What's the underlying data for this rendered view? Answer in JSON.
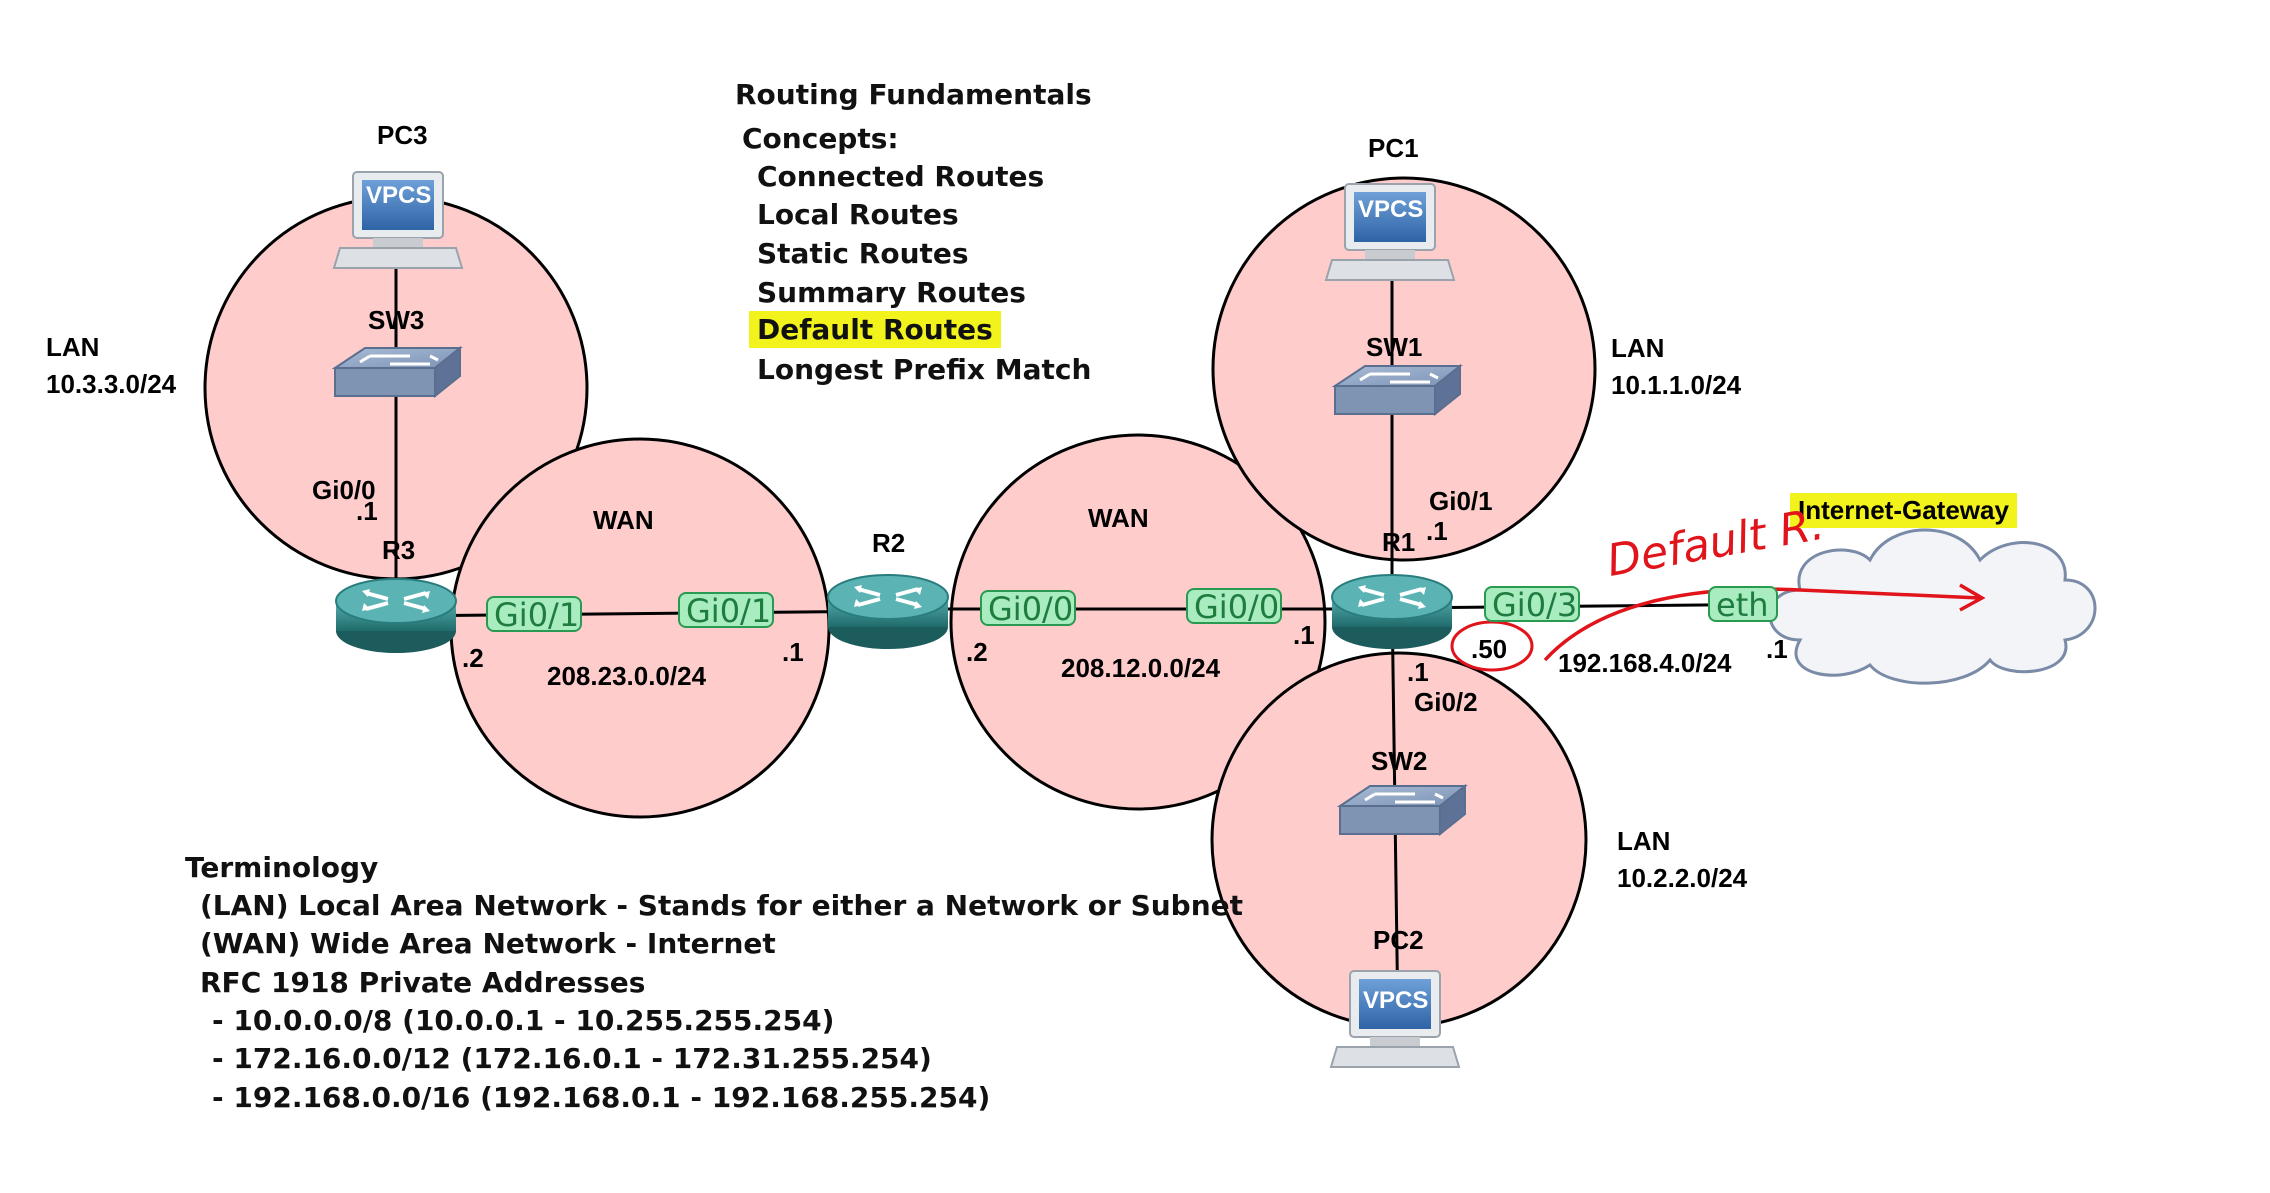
{
  "concepts": {
    "title": "Routing Fundamentals",
    "heading": "Concepts:",
    "items": [
      "Connected Routes",
      "Local Routes",
      "Static Routes",
      "Summary Routes",
      "Default Routes",
      "Longest Prefix Match"
    ],
    "highlighted_item": "Default Routes"
  },
  "terminology": {
    "heading": "Terminology",
    "lines": [
      "(LAN) Local Area Network - Stands for either a Network or Subnet",
      "(WAN) Wide Area Network - Internet",
      "RFC 1918 Private Addresses",
      "- 10.0.0.0/8 (10.0.0.1 - 10.255.255.254)",
      "- 172.16.0.0/12 (172.16.0.1 - 172.31.255.254)",
      "- 192.168.0.0/16 (192.168.0.1 - 192.168.255.254)"
    ]
  },
  "nodes": {
    "pc1": {
      "name": "PC1",
      "badge": "VPCS",
      "icon": "vpcs-computer-icon"
    },
    "pc2": {
      "name": "PC2",
      "badge": "VPCS",
      "icon": "vpcs-computer-icon"
    },
    "pc3": {
      "name": "PC3",
      "badge": "VPCS",
      "icon": "vpcs-computer-icon"
    },
    "sw1": {
      "name": "SW1",
      "icon": "switch-icon"
    },
    "sw2": {
      "name": "SW2",
      "icon": "switch-icon"
    },
    "sw3": {
      "name": "SW3",
      "icon": "switch-icon"
    },
    "r1": {
      "name": "R1",
      "icon": "router-icon"
    },
    "r2": {
      "name": "R2",
      "icon": "router-icon"
    },
    "r3": {
      "name": "R3",
      "icon": "router-icon"
    },
    "internet": {
      "name": "Internet-Gateway",
      "icon": "cloud-icon"
    }
  },
  "networks": {
    "lan1": {
      "type": "LAN",
      "subnet": "10.1.1.0/24"
    },
    "lan2": {
      "type": "LAN",
      "subnet": "10.2.2.0/24"
    },
    "lan3": {
      "type": "LAN",
      "subnet": "10.3.3.0/24"
    },
    "wan12": {
      "type": "WAN",
      "subnet": "208.12.0.0/24"
    },
    "wan23": {
      "type": "WAN",
      "subnet": "208.23.0.0/24"
    },
    "inet": {
      "subnet": "192.168.4.0/24"
    }
  },
  "interfaces": {
    "r3_gi00": "Gi0/0",
    "r3_gi01": "Gi0/1",
    "r2_gi01": "Gi0/1",
    "r2_gi00": "Gi0/0",
    "r1_gi00": "Gi0/0",
    "r1_gi01": "Gi0/1",
    "r1_gi02": "Gi0/2",
    "r1_gi03": "Gi0/3",
    "gw_eth": "eth"
  },
  "addresses": {
    "r3_lan": ".1",
    "r3_wan": ".2",
    "r2_wan23": ".1",
    "r2_wan12": ".2",
    "r1_wan12": ".1",
    "r1_lan1": ".1",
    "r1_lan2": ".1",
    "r1_inet": ".50",
    "gw_inet": ".1"
  },
  "annotation": {
    "text": "Default R.",
    "color": "#e0141a"
  },
  "colors": {
    "network_fill": "#ffcccc",
    "iface_fill": "#a8ecc0",
    "iface_text": "#1e7c3e",
    "highlight": "#f2f21c",
    "router": "#2f8f8f"
  }
}
